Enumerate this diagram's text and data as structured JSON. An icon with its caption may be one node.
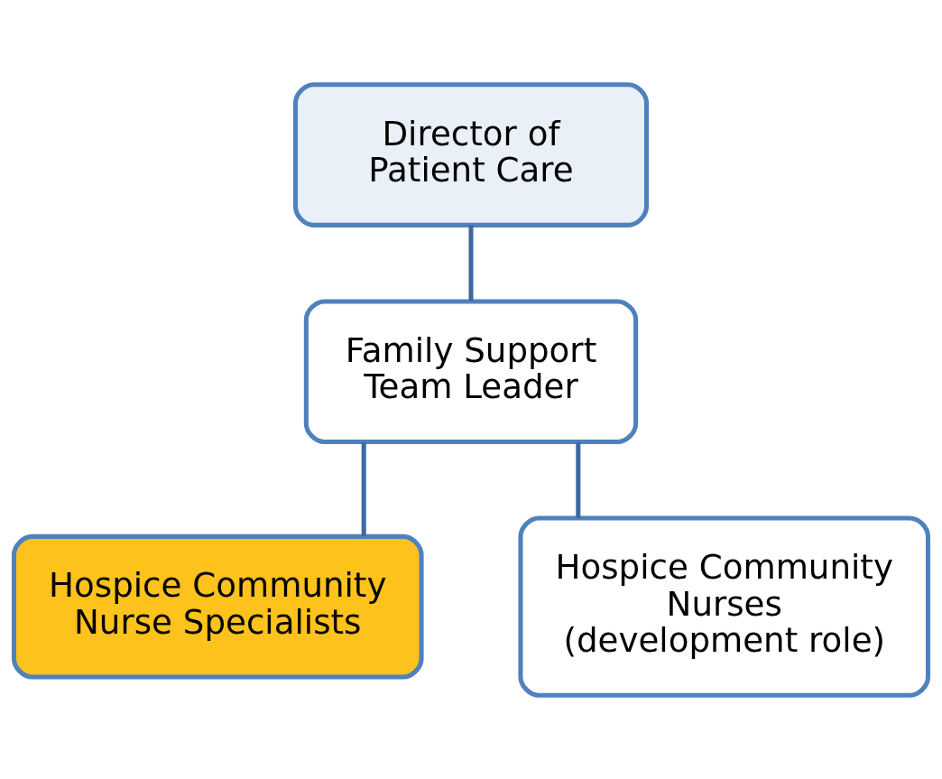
{
  "diagram": {
    "nodes": [
      {
        "text": [
          "Director of Patient Care"
        ]
      },
      {
        "text": [
          "Family Support Team Leader"
        ]
      },
      {
        "text": [
          "Hospice Community Nurse Specialists"
        ]
      },
      {
        "text": [
          "Hospice Community Nurses (development role)"
        ]
      }
    ],
    "edges": [
      {
        "from": 0,
        "to": 1,
        "arrow": "none"
      },
      {
        "from": 1,
        "to": 2,
        "arrow": "none"
      },
      {
        "from": 1,
        "to": 3,
        "arrow": "none"
      }
    ]
  }
}
